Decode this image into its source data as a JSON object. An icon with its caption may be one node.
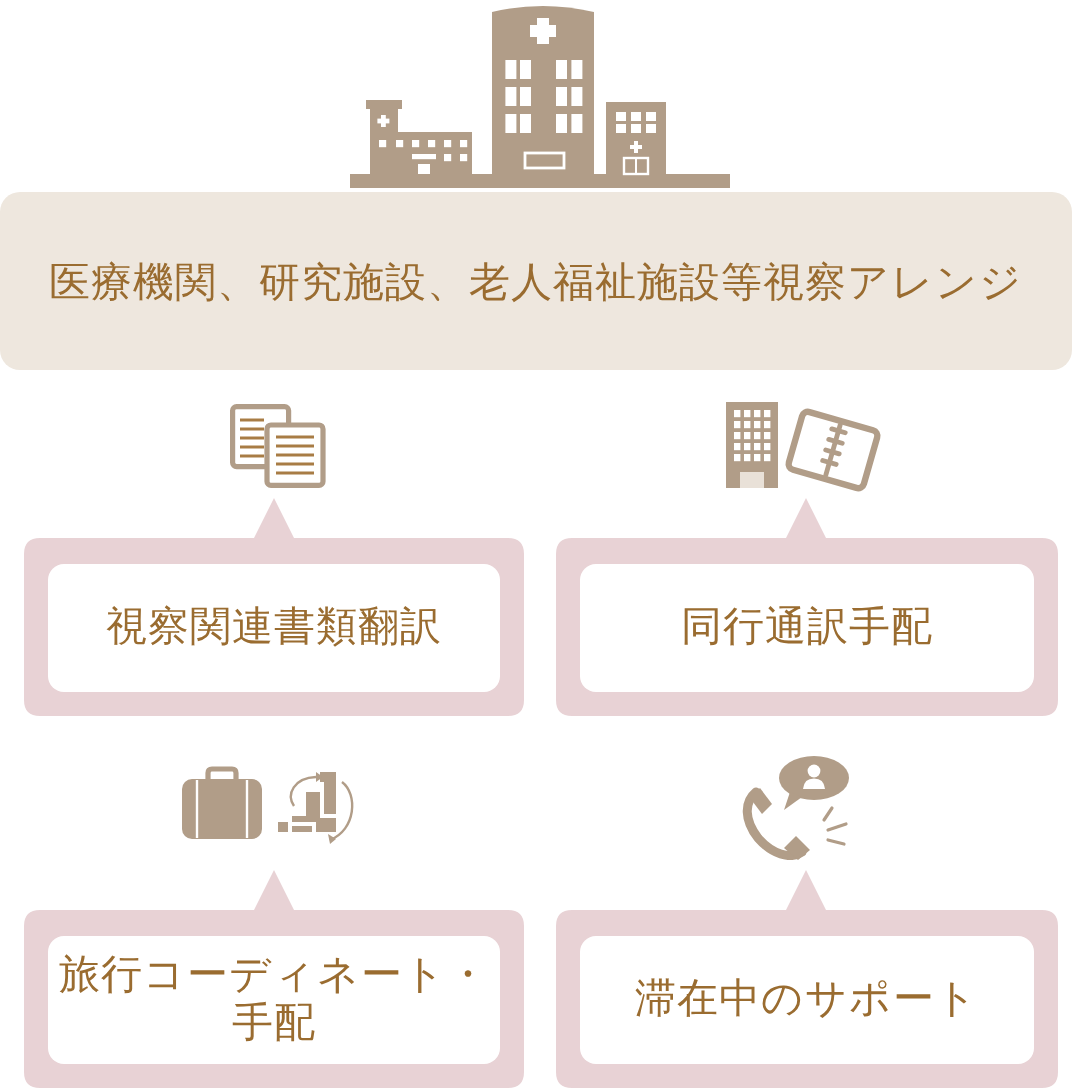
{
  "diagram": {
    "nodes": [
      {
        "text": [
          "医療機関、研究施設、老人福祉施設等視察アレンジ"
        ]
      },
      {
        "text": [
          "視察関連書類翻訳"
        ]
      },
      {
        "text": [
          "同行通訳手配"
        ]
      },
      {
        "text": [
          "旅行コーディネート・手配"
        ]
      },
      {
        "text": [
          "滞在中のサポート"
        ]
      }
    ]
  }
}
